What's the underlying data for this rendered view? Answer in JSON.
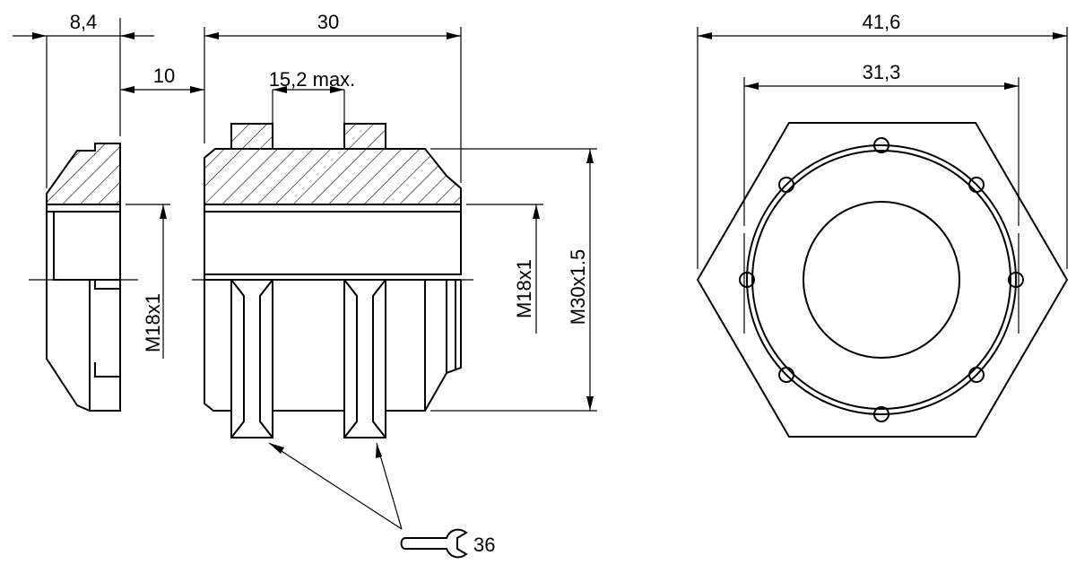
{
  "dimensions": {
    "cap_width": "8,4",
    "gap": "10",
    "body_length": "30",
    "max_clamp": "15,2 max.",
    "outer_across_corners": "41,6",
    "inner_across": "31,3",
    "thread_cap": "M18x1",
    "thread_inner": "M18x1",
    "thread_outer": "M30x1.5"
  },
  "wrench": {
    "icon": "open-wrench-icon",
    "size": "36"
  }
}
